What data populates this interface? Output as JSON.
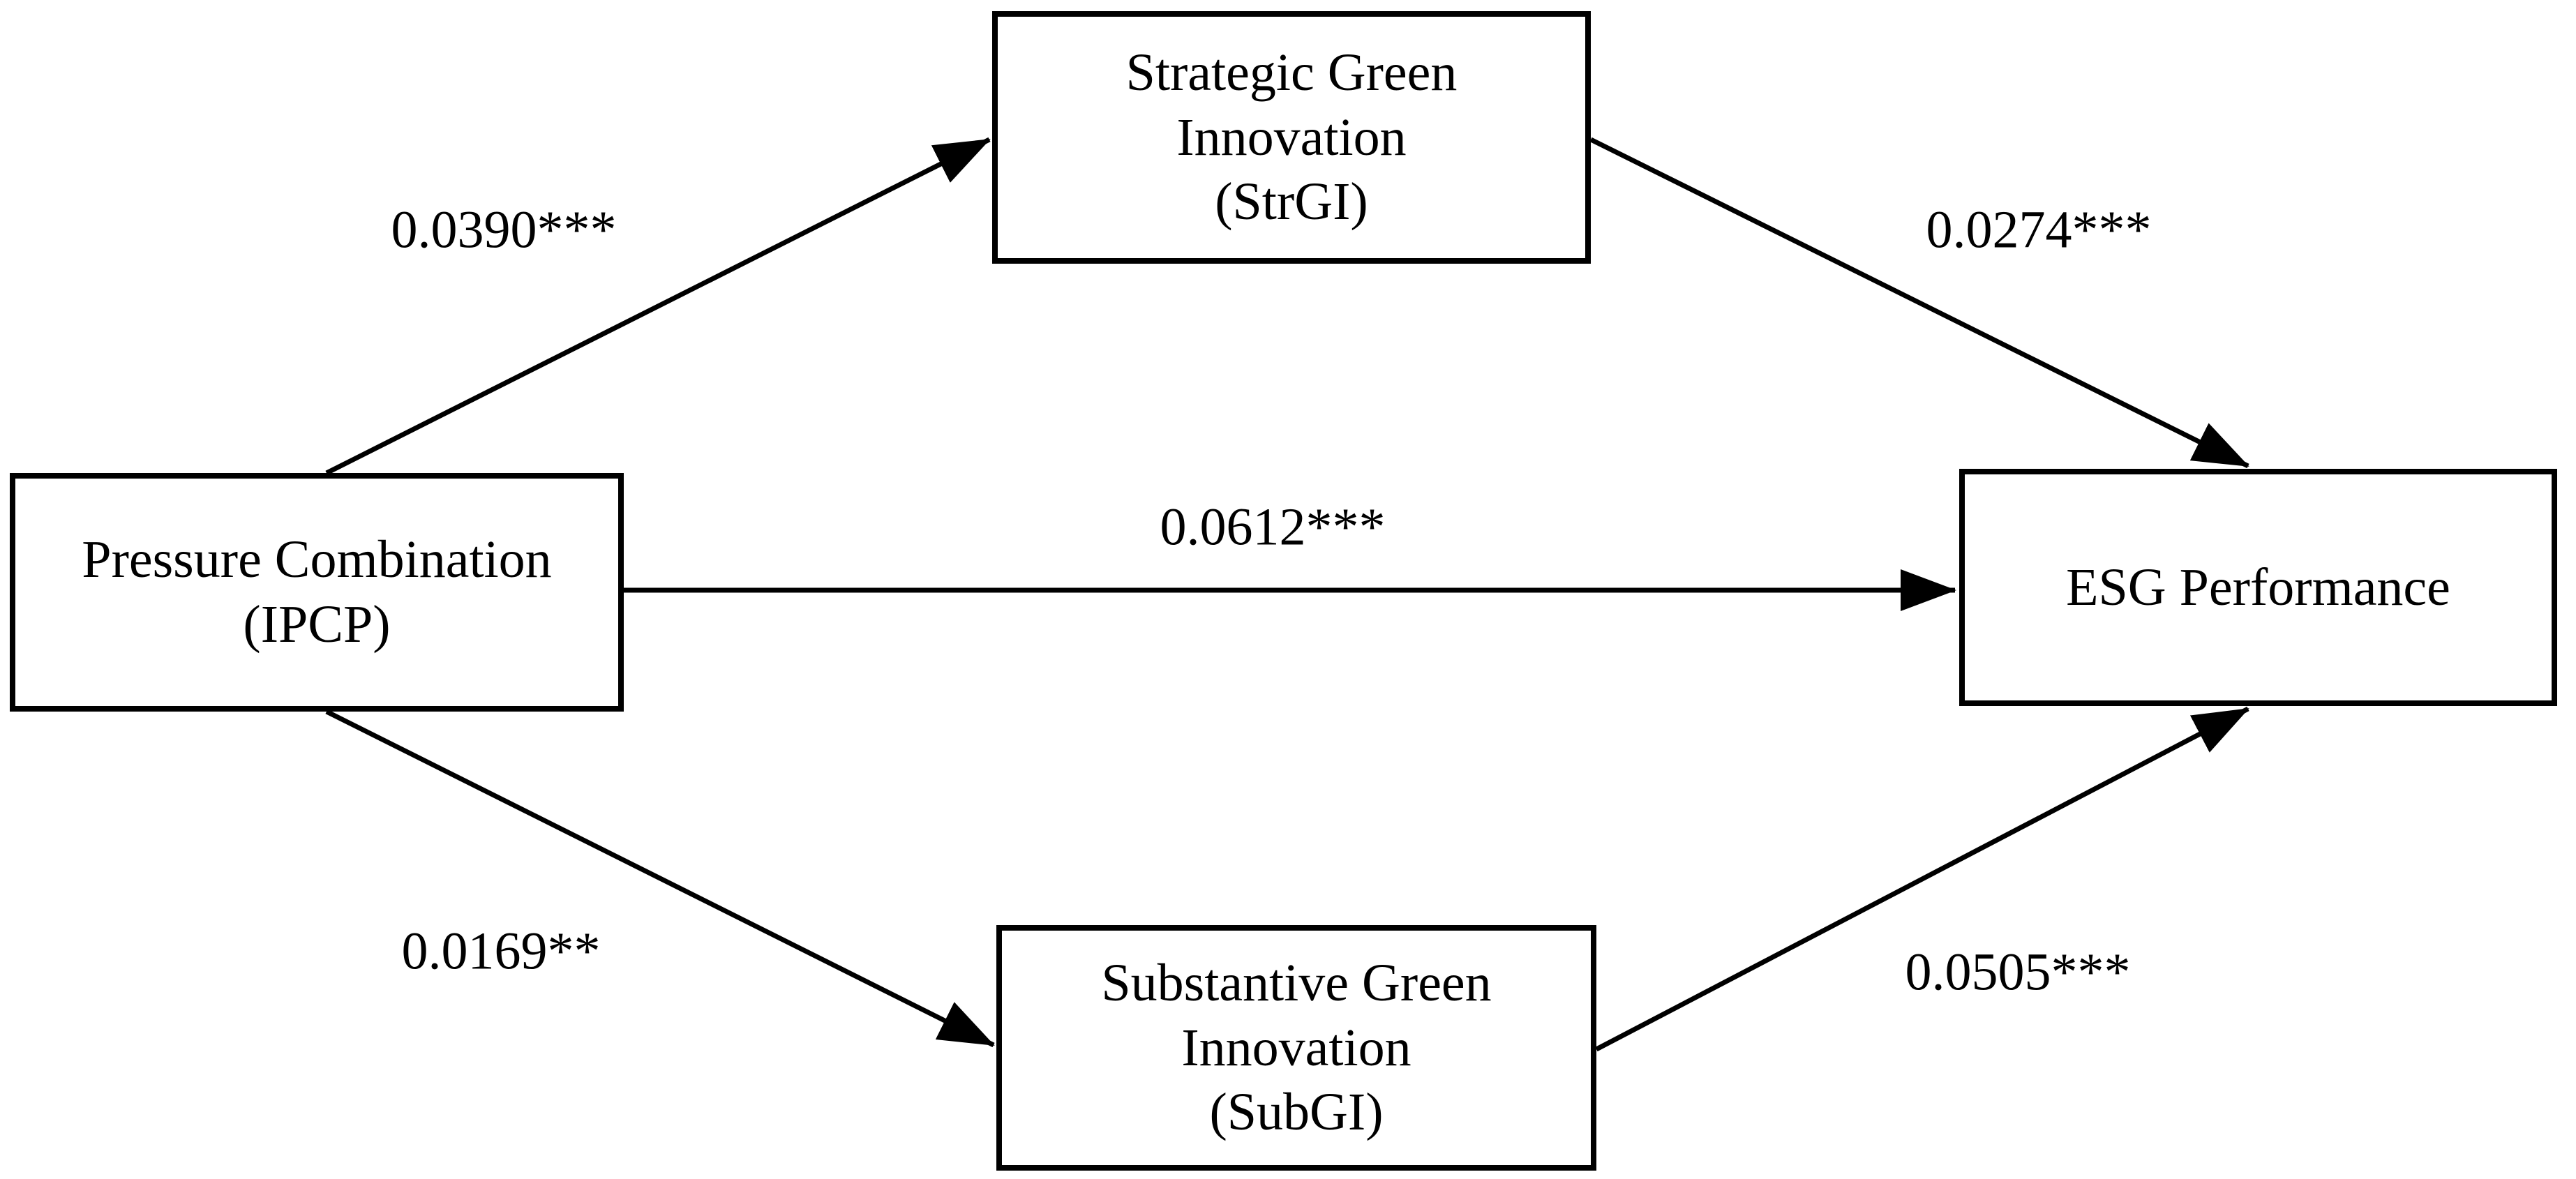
{
  "diagram": {
    "colors": {
      "background": "#ffffff",
      "line": "#000000",
      "box_border": "#000000",
      "text": "#000000"
    },
    "nodes": {
      "ipcp": {
        "lines": [
          "Pressure Combination",
          "(IPCP)"
        ]
      },
      "strgi": {
        "lines": [
          "Strategic Green",
          "Innovation",
          "(StrGI)"
        ]
      },
      "subgi": {
        "lines": [
          "Substantive Green",
          "Innovation",
          "(SubGI)"
        ]
      },
      "esg": {
        "lines": [
          "ESG Performance"
        ]
      }
    },
    "edges": {
      "ipcp_strgi": {
        "from": "Pressure Combination (IPCP)",
        "to": "Strategic Green Innovation (StrGI)",
        "label": "0.0390***"
      },
      "strgi_esg": {
        "from": "Strategic Green Innovation (StrGI)",
        "to": "ESG Performance",
        "label": "0.0274***"
      },
      "ipcp_esg": {
        "from": "Pressure Combination (IPCP)",
        "to": "ESG Performance",
        "label": "0.0612***"
      },
      "ipcp_subgi": {
        "from": "Pressure Combination (IPCP)",
        "to": "Substantive Green Innovation (SubGI)",
        "label": "0.0169**"
      },
      "subgi_esg": {
        "from": "Substantive Green Innovation (SubGI)",
        "to": "ESG Performance",
        "label": "0.0505***"
      }
    }
  }
}
